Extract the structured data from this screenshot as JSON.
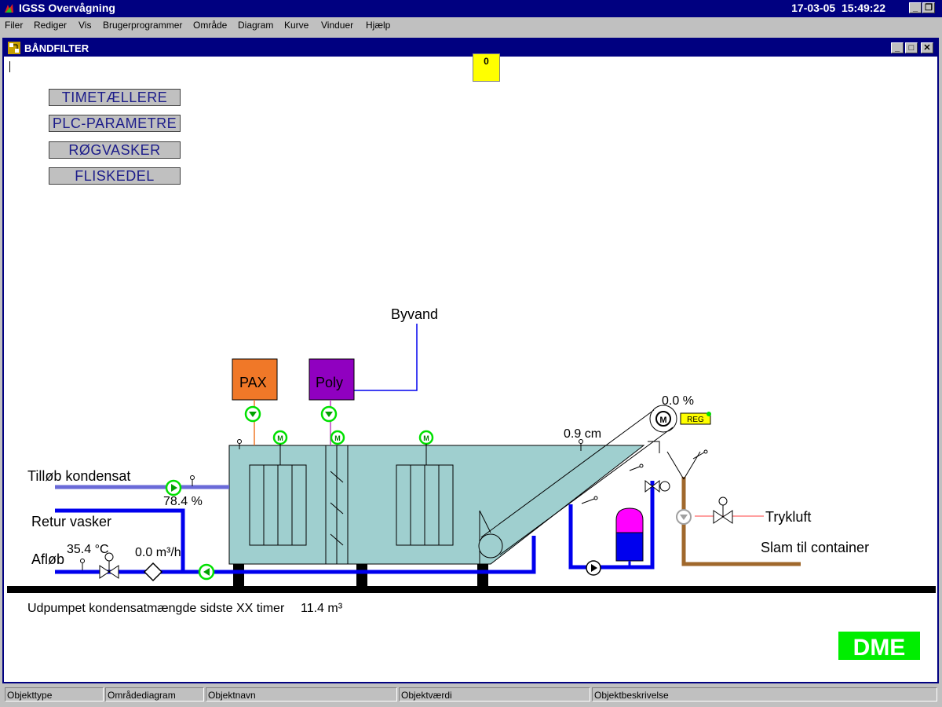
{
  "app": {
    "title": "IGSS Overvågning",
    "date": "17-03-05",
    "time": "15:49:22",
    "icon": "igss-app-icon"
  },
  "menu": [
    "Filer",
    "Rediger",
    "Vis",
    "Brugerprogrammer",
    "Område",
    "Diagram",
    "Kurve",
    "Vinduer",
    "Hjælp"
  ],
  "child_window": {
    "title": "BÅNDFILTER",
    "alarm_count": "0"
  },
  "nav_buttons": {
    "timetaellere": "TIMETÆLLERE",
    "plc_parametre": "PLC-PARAMETRE",
    "roegvasker": "RØGVASKER",
    "fliskedel": "FLISKEDEL"
  },
  "process": {
    "byvand": "Byvand",
    "pax": "PAX",
    "poly": "Poly",
    "belt_speed": "0.0 %",
    "reg": "REG",
    "level": "0.9 cm",
    "tilloeb": "Tilløb kondensat",
    "tilloeb_pct": "78.4 %",
    "retur": "Retur vasker",
    "afloeb": "Afløb",
    "temp": "35.4 °C",
    "flow": "0.0 m³/h",
    "trykluft": "Trykluft",
    "slam": "Slam til container",
    "pumped_label": "Udpumpet kondensatmængde sidste XX timer",
    "pumped_value": "11.4 m³",
    "logo": "DME"
  },
  "colors": {
    "tank": "#9fcfcf",
    "pipe_blue": "#0000ee",
    "pipe_light": "#6a6ad8",
    "pipe_brown": "#a0682c",
    "pax": "#f07828",
    "poly": "#9000c0",
    "pump_green": "#00e000",
    "alarm_yellow": "#ffff00",
    "logo_green": "#00ee00"
  },
  "status_bar": [
    "Objekttype",
    "Områdediagram",
    "Objektnavn",
    "Objektværdi",
    "Objektbeskrivelse"
  ]
}
